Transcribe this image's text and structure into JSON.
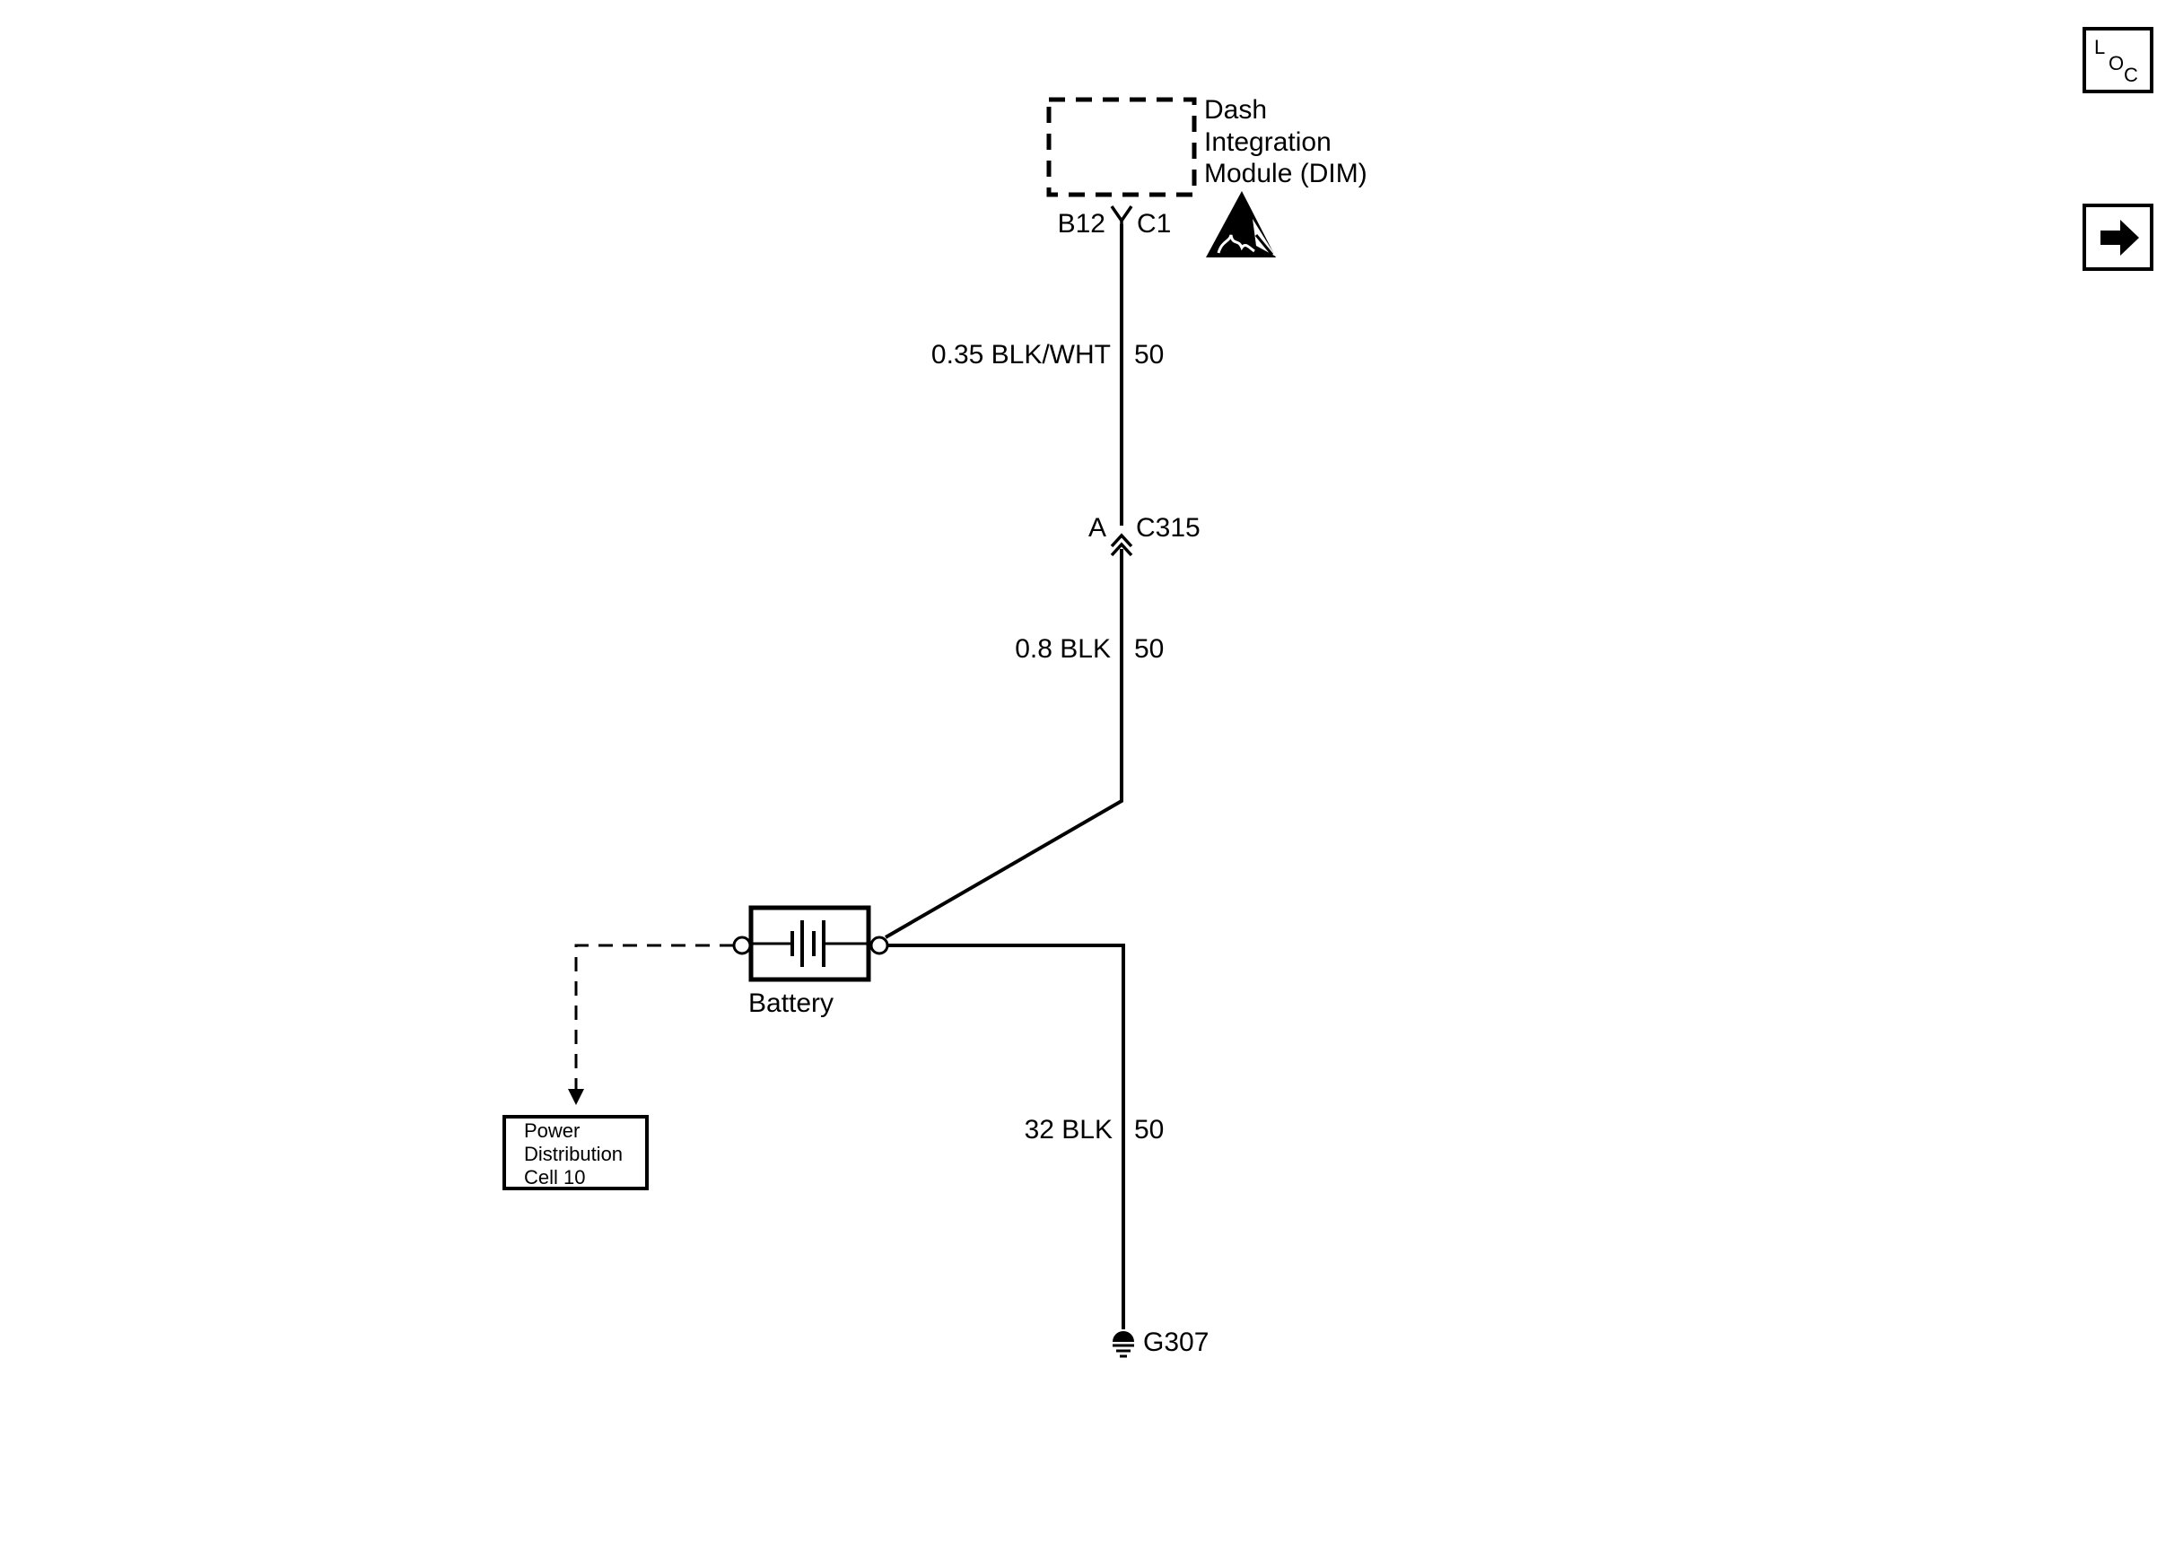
{
  "module": {
    "name_line1": "Dash",
    "name_line2": "Integration",
    "name_line3": "Module (DIM)",
    "pin": "B12",
    "connector": "C1"
  },
  "wires": {
    "dim_to_c315": {
      "gauge_color": "0.35 BLK/WHT",
      "circuit": "50"
    },
    "c315_to_battery": {
      "gauge_color": "0.8 BLK",
      "circuit": "50"
    },
    "battery_to_ground": {
      "gauge_color": "32 BLK",
      "circuit": "50"
    }
  },
  "inline_connector": {
    "pin": "A",
    "name": "C315"
  },
  "battery": {
    "label": "Battery"
  },
  "reference_box": {
    "line1": "Power",
    "line2": "Distribution",
    "line3": "Cell 10"
  },
  "ground": {
    "label": "G307"
  },
  "nav": {
    "loc_icon": "component-locator-icon",
    "loc_L": "L",
    "loc_O": "O",
    "loc_C": "C",
    "next_icon": "right-arrow-icon"
  },
  "esd_icon": "esd-warning-icon"
}
